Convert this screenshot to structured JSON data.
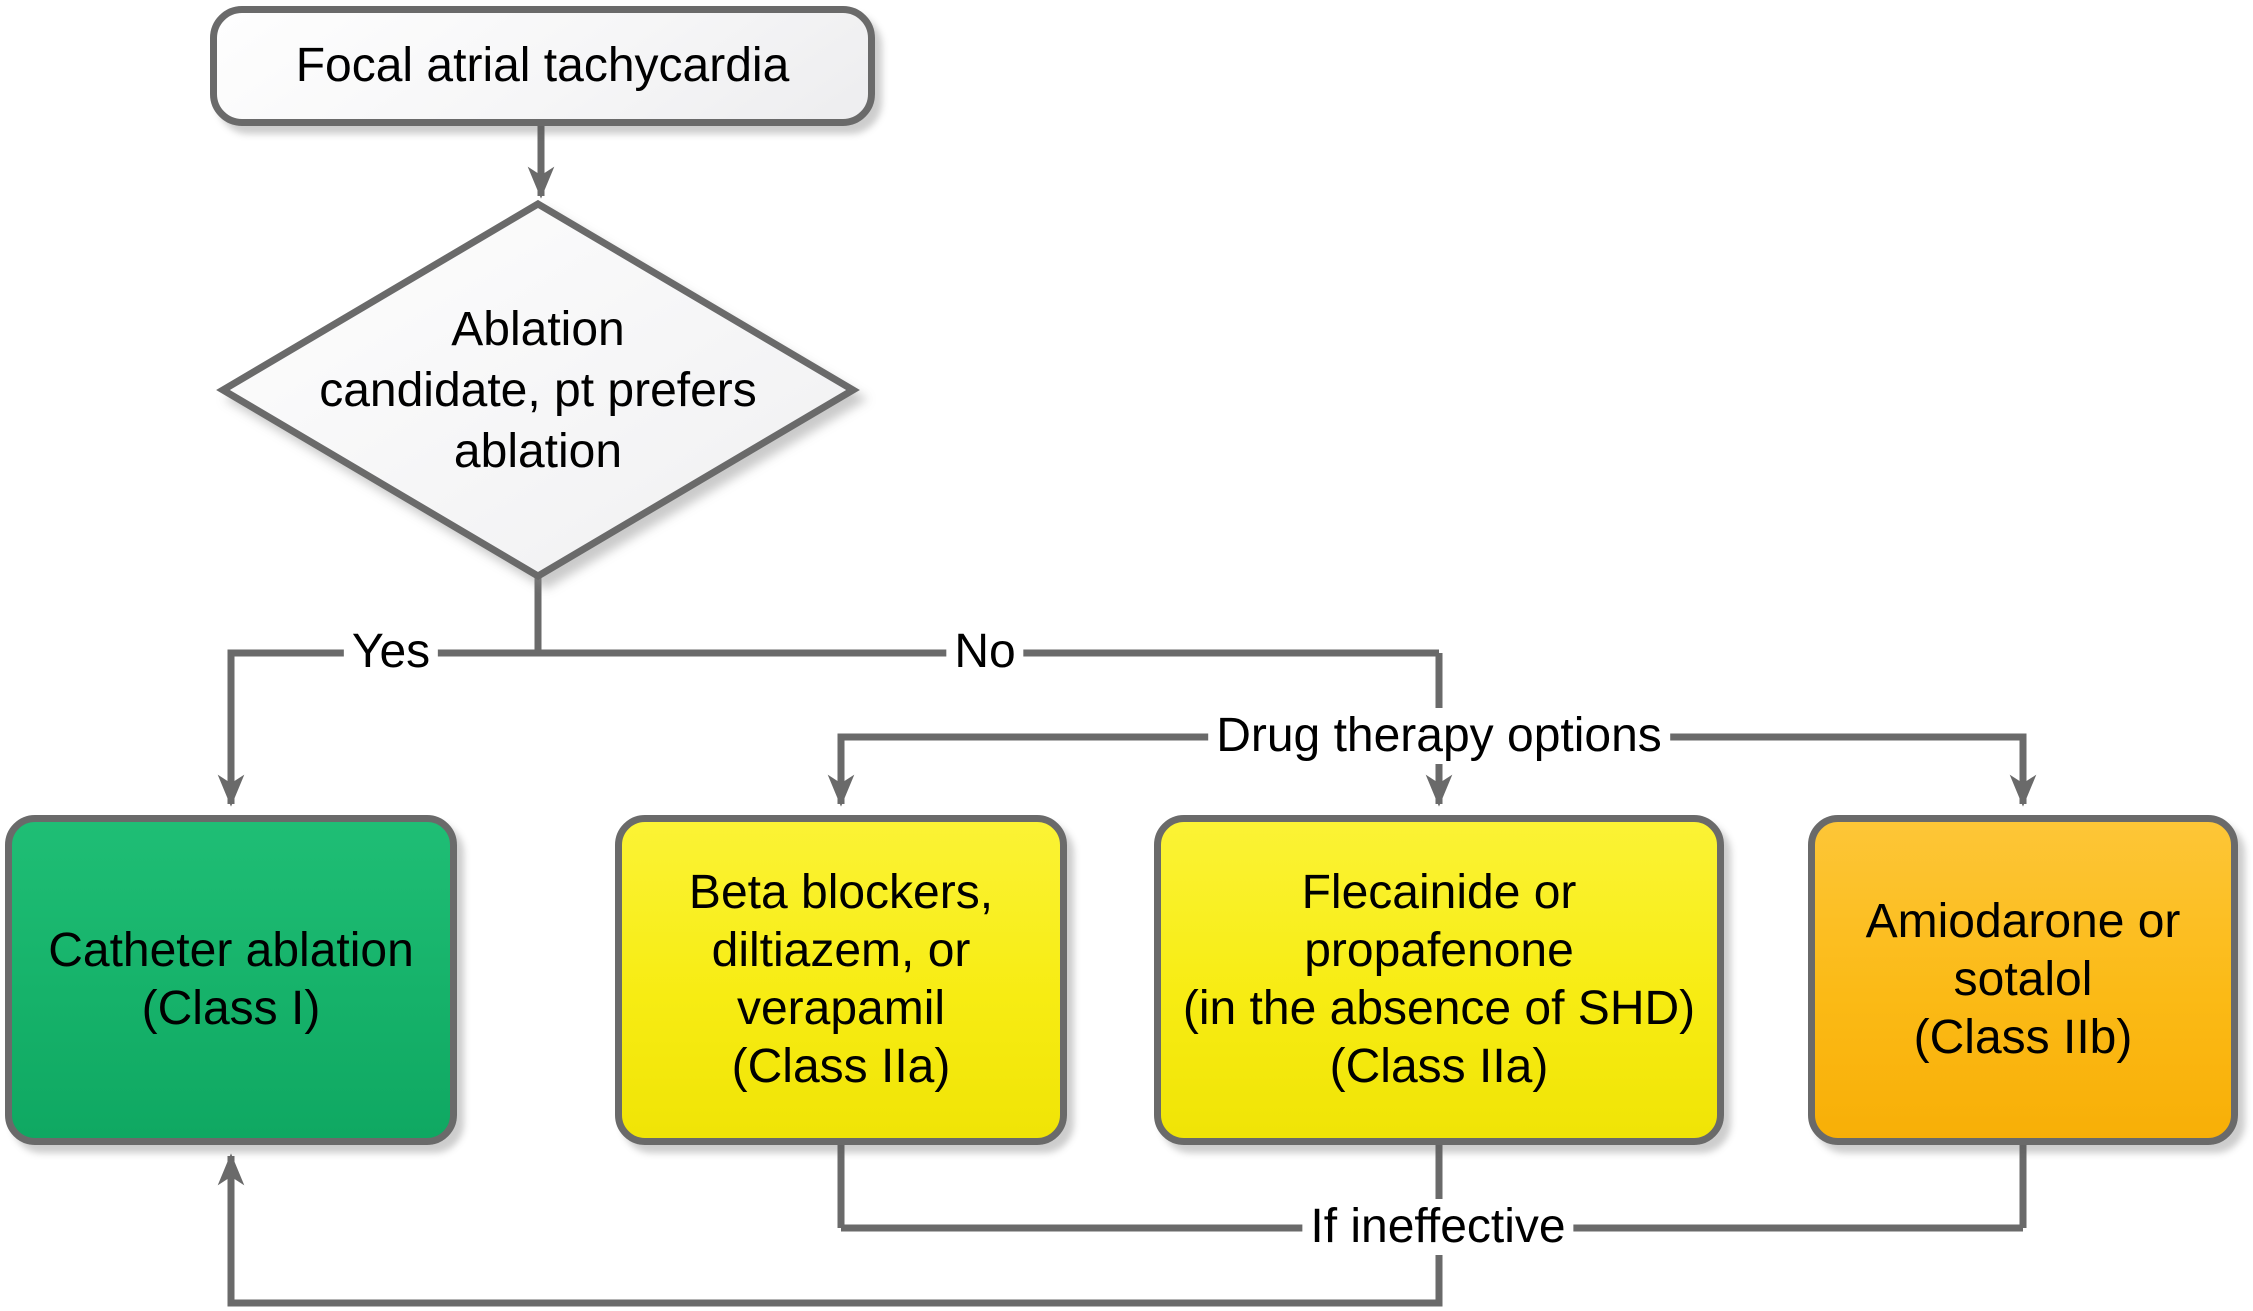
{
  "nodes": {
    "start": {
      "label": "Focal atrial tachycardia",
      "shape": "rounded-rect",
      "fill": "#F7F7F8"
    },
    "decision": {
      "label": "Ablation\ncandidate, pt prefers\nablation",
      "shape": "diamond",
      "fill": "#F7F7F8"
    },
    "catheter_ablation": {
      "label": "Catheter ablation\n(Class I)",
      "shape": "rounded-rect",
      "fill": "#16B26A"
    },
    "beta_blockers": {
      "label": "Beta blockers,\ndiltiazem, or\nverapamil\n(Class IIa)",
      "shape": "rounded-rect",
      "fill": "#F7EC13"
    },
    "flecainide": {
      "label": "Flecainide or\npropafenone\n(in the absence of SHD)\n(Class IIa)",
      "shape": "rounded-rect",
      "fill": "#F7EC13"
    },
    "amiodarone": {
      "label": "Amiodarone or\nsotalol\n(Class IIb)",
      "shape": "rounded-rect",
      "fill": "#FBBA16"
    }
  },
  "edge_labels": {
    "yes": "Yes",
    "no": "No",
    "drug_therapy": "Drug therapy options",
    "if_ineffective": "If ineffective"
  },
  "colors": {
    "connector": "#6A6A6A",
    "shape_border": "#6A6A6A",
    "arrowhead": "#6A6A6A",
    "neutral_fill": "#F7F7F8",
    "green_fill": "#16B26A",
    "yellow_fill": "#F7EC13",
    "orange_fill": "#FBBA16",
    "text": "#000000",
    "background": "#FFFFFF"
  }
}
